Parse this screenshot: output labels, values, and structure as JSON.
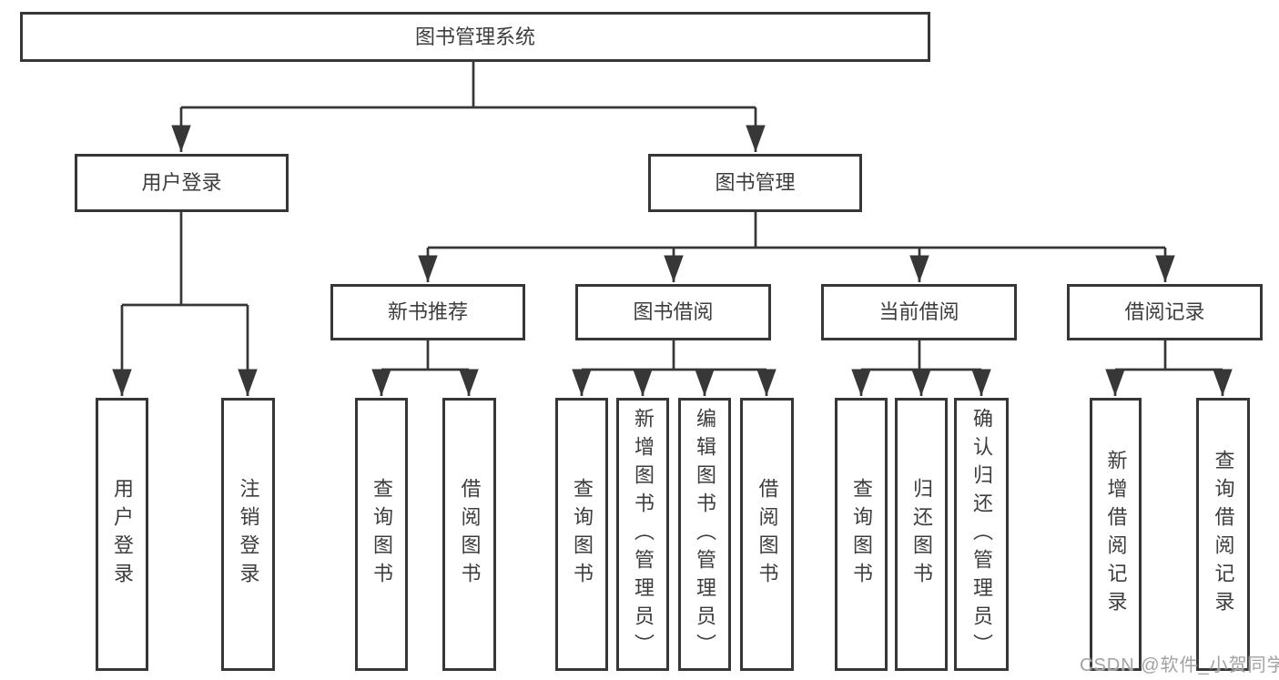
{
  "colors": {
    "line": "#373737",
    "text": "#3d3d3d",
    "background": "#ffffff",
    "watermark": "#a2a2a2"
  },
  "watermark": {
    "text": "CSDN @软件_小贺同学"
  },
  "diagram": {
    "root": {
      "label": "图书管理系统"
    },
    "branches": [
      {
        "label": "用户登录",
        "children": [
          {
            "label": "用户登录"
          },
          {
            "label": "注销登录"
          }
        ]
      },
      {
        "label": "图书管理",
        "children": [
          {
            "label": "新书推荐",
            "children": [
              {
                "label": "查询图书"
              },
              {
                "label": "借阅图书"
              }
            ]
          },
          {
            "label": "图书借阅",
            "children": [
              {
                "label": "查询图书"
              },
              {
                "label": "新增图书（管理员）"
              },
              {
                "label": "编辑图书（管理员）"
              },
              {
                "label": "借阅图书"
              }
            ]
          },
          {
            "label": "当前借阅",
            "children": [
              {
                "label": "查询图书"
              },
              {
                "label": "归还图书"
              },
              {
                "label": "确认归还（管理员）"
              }
            ]
          },
          {
            "label": "借阅记录",
            "children": [
              {
                "label": "新增借阅记录"
              },
              {
                "label": "查询借阅记录"
              }
            ]
          }
        ]
      }
    ]
  }
}
